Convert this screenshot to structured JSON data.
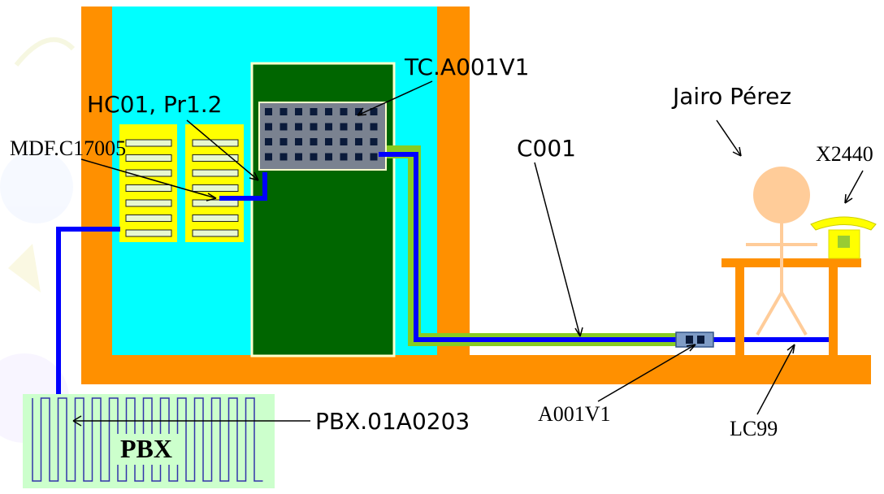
{
  "labels": {
    "tc": "TC.A001V1",
    "hc": "HC01, Pr1.2",
    "mdf": "MDF.C17005",
    "c001": "C001",
    "person": "Jairo Pérez",
    "ext": "X2440",
    "pbx_port": "PBX.01A0203",
    "pbx": "PBX",
    "outlet": "A001V1",
    "line_cord": "LC99"
  },
  "colors": {
    "frame": "#ff9000",
    "room": "#00ffff",
    "equipment_panel": "#006600",
    "panel_border": "#ffffcc",
    "patch_panel": "#ffff00",
    "patch_slot": "#e8f8d0",
    "port_grid": "#7a8290",
    "port": "#0a1a3a",
    "cable": "#0000ff",
    "conduit": "#88cc22",
    "pbx_box": "#ccffcc",
    "person_head": "#ffcc99",
    "phone": "#ffff00",
    "decoration": "#f4f4e0"
  }
}
